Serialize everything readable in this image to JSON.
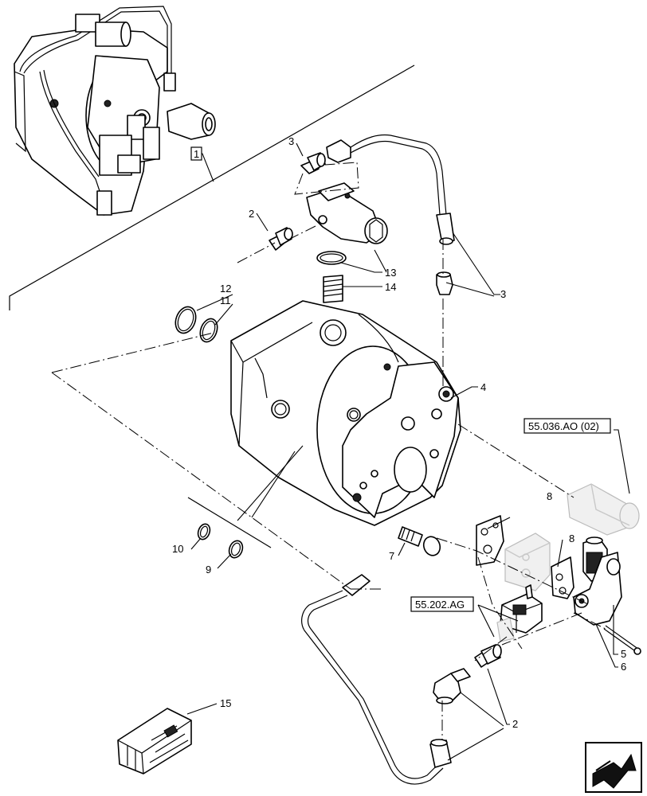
{
  "callouts": {
    "c1": "1",
    "c2_top": "2",
    "c2_bottom": "2",
    "c3_top": "3",
    "c3_right": "3",
    "c4": "4",
    "c5": "5",
    "c6": "6",
    "c7": "7",
    "c8_a": "8",
    "c8_b": "8",
    "c9": "9",
    "c10": "10",
    "c11": "11",
    "c12": "12",
    "c13": "13",
    "c14": "14",
    "c15": "15"
  },
  "references": {
    "ref_valve": "55.036.AO (02)",
    "ref_block": "55.202.AG"
  },
  "nav_icon": "next-page-arrow-icon"
}
